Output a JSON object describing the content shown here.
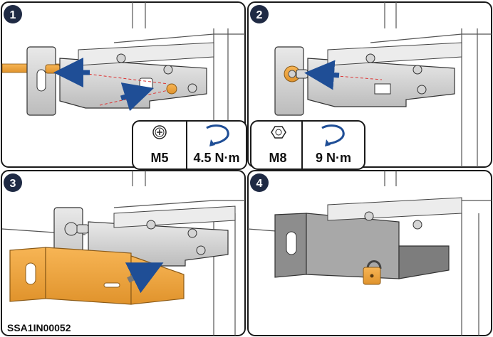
{
  "panels": [
    {
      "step": "1"
    },
    {
      "step": "2"
    },
    {
      "step": "3"
    },
    {
      "step": "4"
    }
  ],
  "specs": [
    {
      "icon": "screw-head-icon",
      "size": "M5",
      "torque": "4.5 N·m"
    },
    {
      "icon": "hex-nut-icon",
      "size": "M8",
      "torque": "9 N·m"
    }
  ],
  "document_code": "SSA1IN00052",
  "colors": {
    "accent_orange": "#f0a23a",
    "step_badge": "#1f2a44",
    "arrow_blue": "#1f4e96",
    "panel_border": "#1a1a1a"
  }
}
